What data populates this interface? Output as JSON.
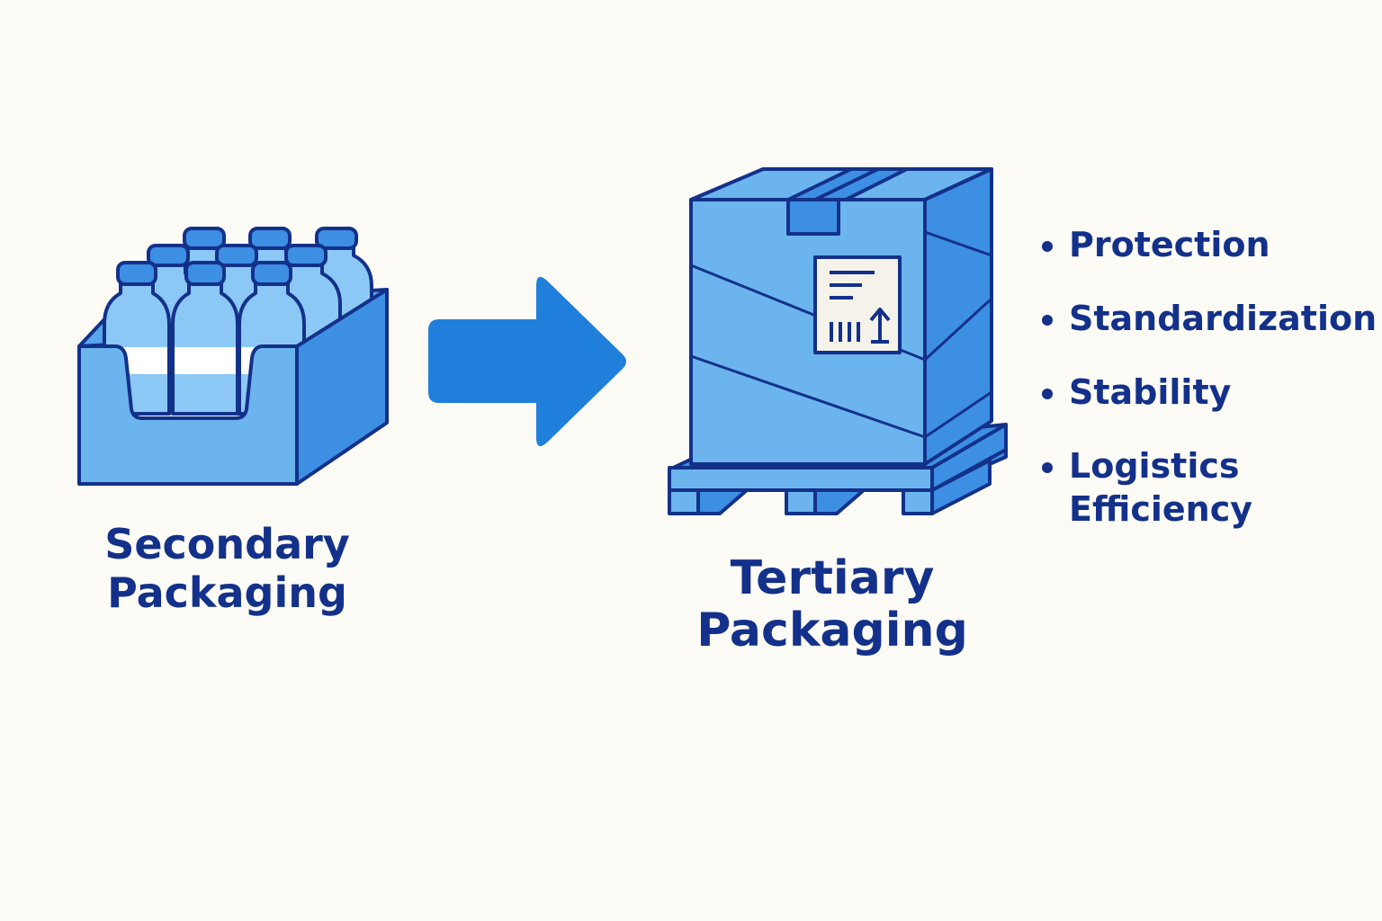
{
  "secondary": {
    "line1": "Secondary",
    "line2": "Packaging"
  },
  "tertiary": {
    "line1": "Tertiary",
    "line2": "Packaging"
  },
  "benefits": [
    {
      "text": "Protection"
    },
    {
      "text": "Standardization"
    },
    {
      "text": "Stability"
    },
    {
      "line1": "Logistics",
      "line2": "Efficiency"
    }
  ],
  "colors": {
    "background": "#fdfbf6",
    "navy": "#13318a",
    "box_light": "#6cb4ee",
    "box_mid": "#3d8fe4",
    "arrow": "#1f7fdb",
    "bottle": "#8cc8f5",
    "label_white": "#ffffff"
  },
  "icons": [
    "bottle-crate-icon",
    "right-arrow-icon",
    "palletized-box-icon",
    "shipping-label-icon"
  ]
}
